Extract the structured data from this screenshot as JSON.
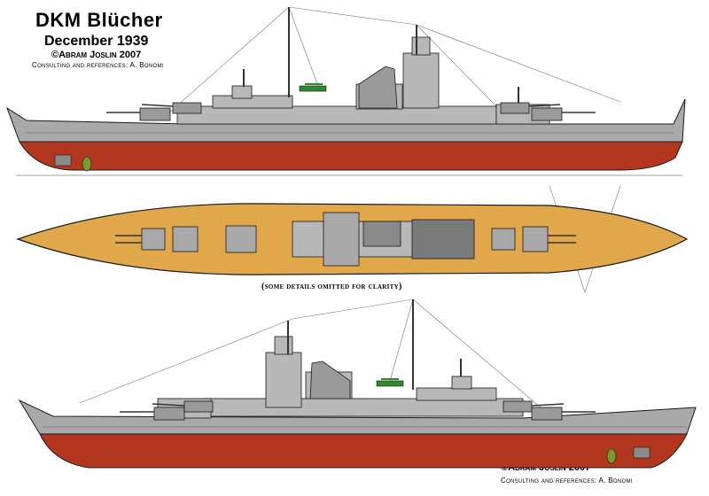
{
  "header": {
    "title": "DKM Blücher",
    "date": "December 1939",
    "credit": "©Abram Joslin 2007",
    "consulting": "Consulting and references: A. Bonomi"
  },
  "plan_note": "(some details omitted for clarity)",
  "footer": {
    "credit": "©Abram Joslin 2007",
    "consulting": "Consulting and references: A. Bonomi"
  },
  "colors": {
    "hull_grey": "#a9a9a9",
    "hull_red": "#b3361f",
    "deck_tan": "#e0a84a",
    "superstructure_grey": "#b8b8b8",
    "dark_grey": "#8a8a8a",
    "plane_green": "#2f8a2f",
    "outline": "#1a1a1a"
  },
  "views": [
    "starboard-profile",
    "deck-plan",
    "port-profile"
  ]
}
